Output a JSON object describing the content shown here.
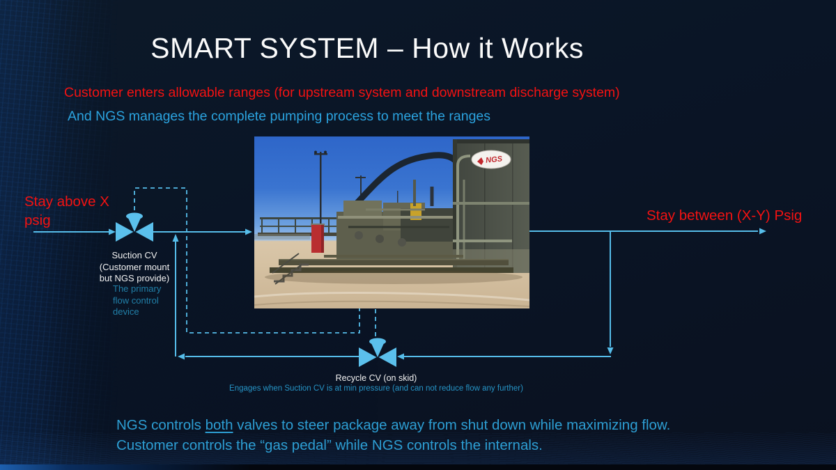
{
  "slide": {
    "title": "SMART SYSTEM – How it Works",
    "subtitle_red": "Customer enters allowable ranges (for upstream system and downstream discharge system)",
    "subtitle_blue": "And NGS manages the complete pumping process to meet the ranges"
  },
  "diagram": {
    "inlet_label": "Stay above X psig",
    "outlet_label": "Stay between (X-Y) Psig",
    "suction_valve": {
      "name": "Suction CV\n(Customer mount\nbut NGS provide)",
      "description": "The primary\nflow control\ndevice"
    },
    "recycle_valve": {
      "name": "Recycle CV (on skid)",
      "description": "Engages when Suction CV is at min pressure (and can not reduce flow any further)"
    }
  },
  "photo": {
    "logo_text": "NGS"
  },
  "notes": {
    "line1_pre": "NGS controls ",
    "line1_underlined": "both",
    "line1_post": " valves to steer package away from shut down while maximizing flow.",
    "line2": "Customer controls the “gas pedal” while NGS controls the internals."
  },
  "colors": {
    "accent_line_blue": "#56bdea",
    "valve_blue": "#5bc0ec",
    "text_blue": "#2ba3df",
    "text_red": "#f31212",
    "background_navy": "#0a1526"
  }
}
